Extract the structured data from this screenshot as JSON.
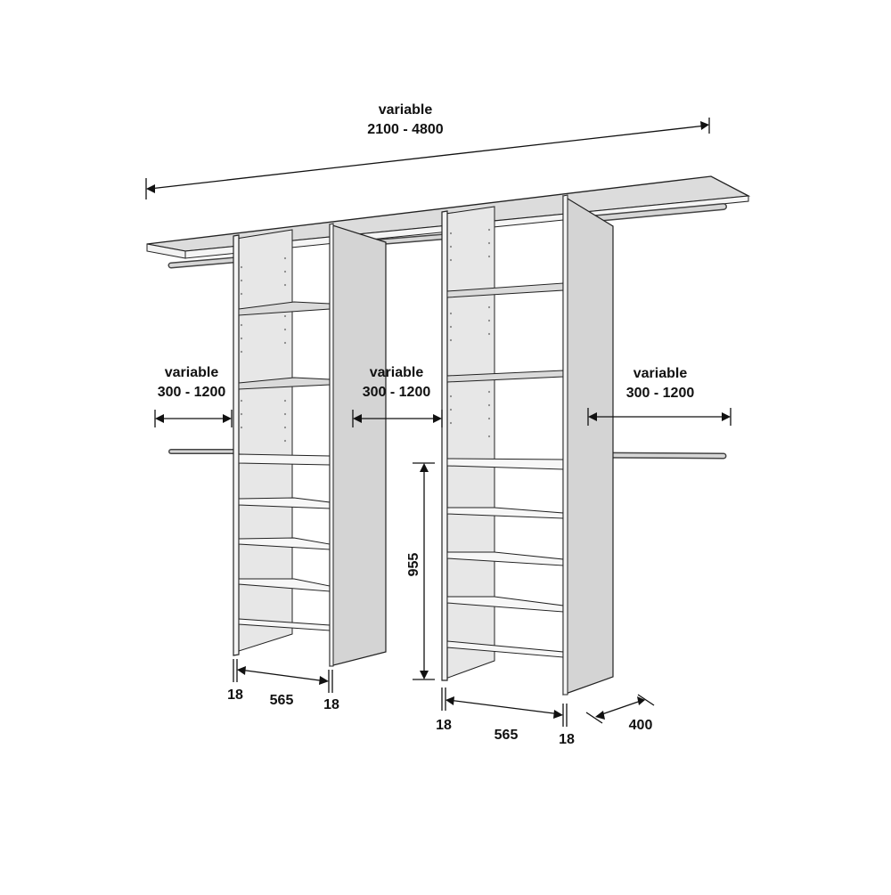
{
  "dimensions": {
    "total_width": {
      "title": "variable",
      "range": "2100 - 4800"
    },
    "hang_left": {
      "title": "variable",
      "range": "300 - 1200"
    },
    "hang_middle": {
      "title": "variable",
      "range": "300 - 1200"
    },
    "hang_right": {
      "title": "variable",
      "range": "300 - 1200"
    },
    "tower_left": {
      "panel_a": "18",
      "width": "565",
      "panel_b": "18"
    },
    "tower_right": {
      "panel_a": "18",
      "width": "565",
      "panel_b": "18"
    },
    "drawer_height": "955",
    "depth": "400"
  },
  "colors": {
    "panel_side": "#d4d4d4",
    "panel_front": "#f7f7f7",
    "shelf_top": "#d9d9d9",
    "rod": "#cfcfcf",
    "line": "#222222",
    "dimension": "#111111"
  }
}
